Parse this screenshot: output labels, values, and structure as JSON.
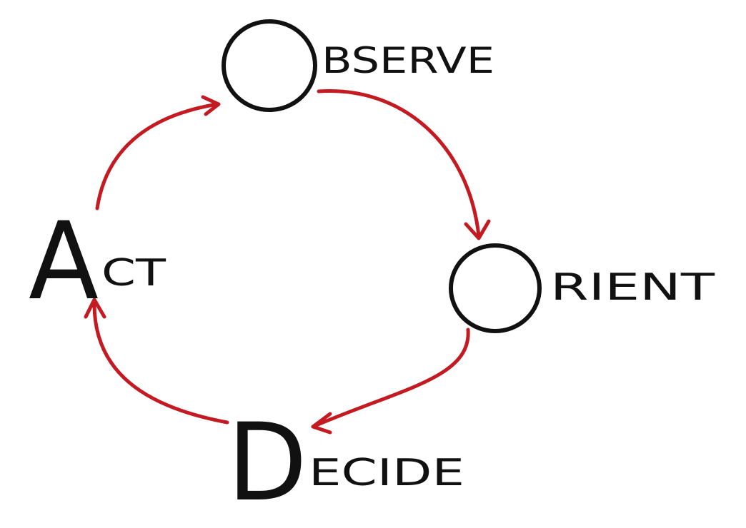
{
  "colors": {
    "background": "#ffffff",
    "ink": "#111111",
    "arrow": "#c41a22"
  },
  "nodes": {
    "observe": {
      "initial": "O",
      "rest": "BSERVE"
    },
    "orient": {
      "initial": "O",
      "rest": "RIENT"
    },
    "decide": {
      "initial": "D",
      "rest": "ECIDE"
    },
    "act": {
      "initial": "A",
      "rest": "CT"
    }
  },
  "flow": [
    "observe",
    "orient",
    "decide",
    "act",
    "observe"
  ]
}
